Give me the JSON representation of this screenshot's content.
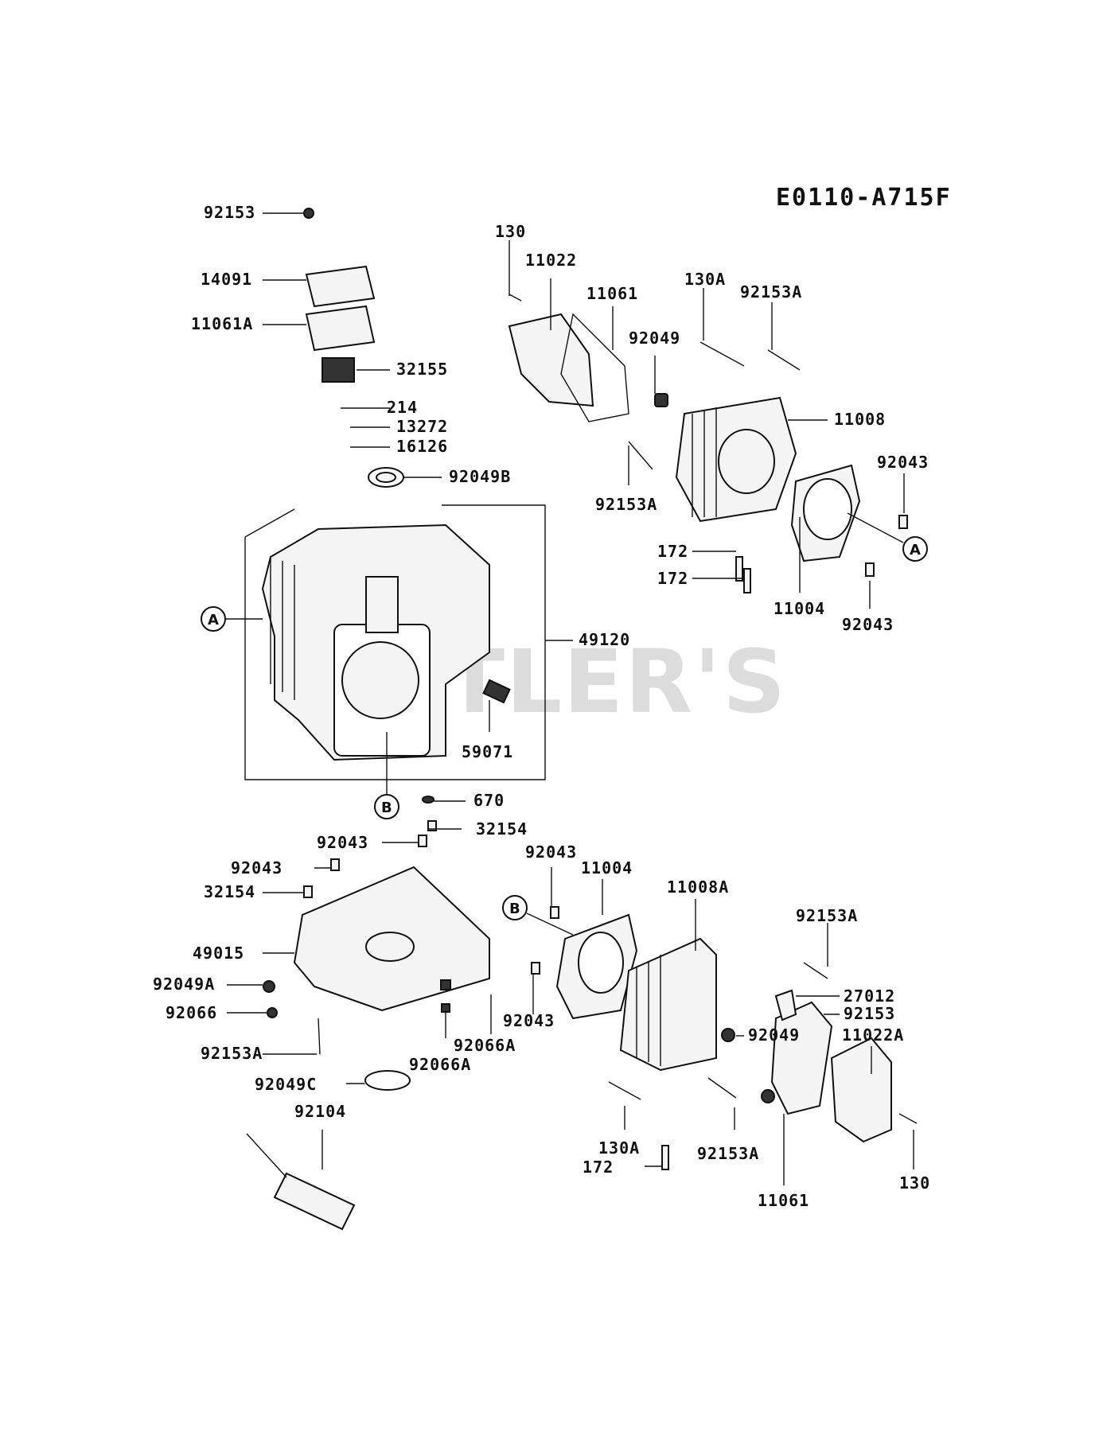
{
  "diagram_id": "E0110-A715F",
  "watermark": "CUTLER'S",
  "callouts": {
    "A": "A",
    "B": "B"
  },
  "part_labels": [
    "92153",
    "14091",
    "11061A",
    "32155",
    "214",
    "13272",
    "16126",
    "92049B",
    "49120",
    "59071",
    "670",
    "130",
    "11022",
    "11061",
    "130A",
    "92153A",
    "92049",
    "11008",
    "92043",
    "92153A",
    "172",
    "172",
    "11004",
    "92043",
    "92043",
    "32154",
    "92043",
    "32154",
    "49015",
    "92049A",
    "92066",
    "92153A",
    "92049C",
    "92104",
    "92066A",
    "92066A",
    "92043",
    "11004",
    "11008A",
    "92153A",
    "27012",
    "92153",
    "92049",
    "92043",
    "11022A",
    "130A",
    "172",
    "92153A",
    "11061",
    "130"
  ]
}
